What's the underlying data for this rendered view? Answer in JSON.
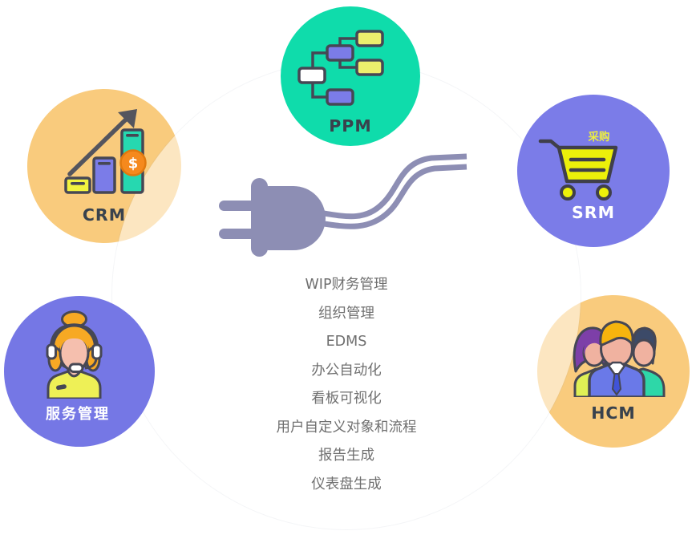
{
  "center": {
    "features": [
      "WIP财务管理",
      "组织管理",
      "EDMS",
      "办公自动化",
      "看板可视化",
      "用户自定义对象和流程",
      "报告生成",
      "仪表盘生成"
    ]
  },
  "modules": {
    "ppm": {
      "label": "PPM",
      "icon": "flowchart-icon",
      "color": "#0fdcab",
      "label_color": "#39424d"
    },
    "crm": {
      "label": "CRM",
      "icon": "growth-chart-icon",
      "color": "#f9cb7d",
      "label_color": "#39424d"
    },
    "srm": {
      "label": "SRM",
      "badge": "采购",
      "icon": "shopping-cart-icon",
      "color": "#7b7ce8",
      "label_color": "#ffffff",
      "badge_color": "#edef3f"
    },
    "service": {
      "label": "服务管理",
      "icon": "support-agent-icon",
      "color": "#7577e5",
      "label_color": "#ffffff"
    },
    "hcm": {
      "label": "HCM",
      "icon": "team-icon",
      "color": "#f9cb7d",
      "label_color": "#39424d"
    }
  },
  "colors": {
    "central_disc": "rgba(255,255,255,0.52)",
    "plug": "#8d8eb4",
    "icon_outline": "#464754",
    "feature_text": "#6f6f6f",
    "coin_orange": "#f5891d",
    "bar_teal": "#26d8b0",
    "bar_purple": "#7b7ce8",
    "bar_yellow": "#f2f43f",
    "cart_yellow": "#ecf00a"
  }
}
